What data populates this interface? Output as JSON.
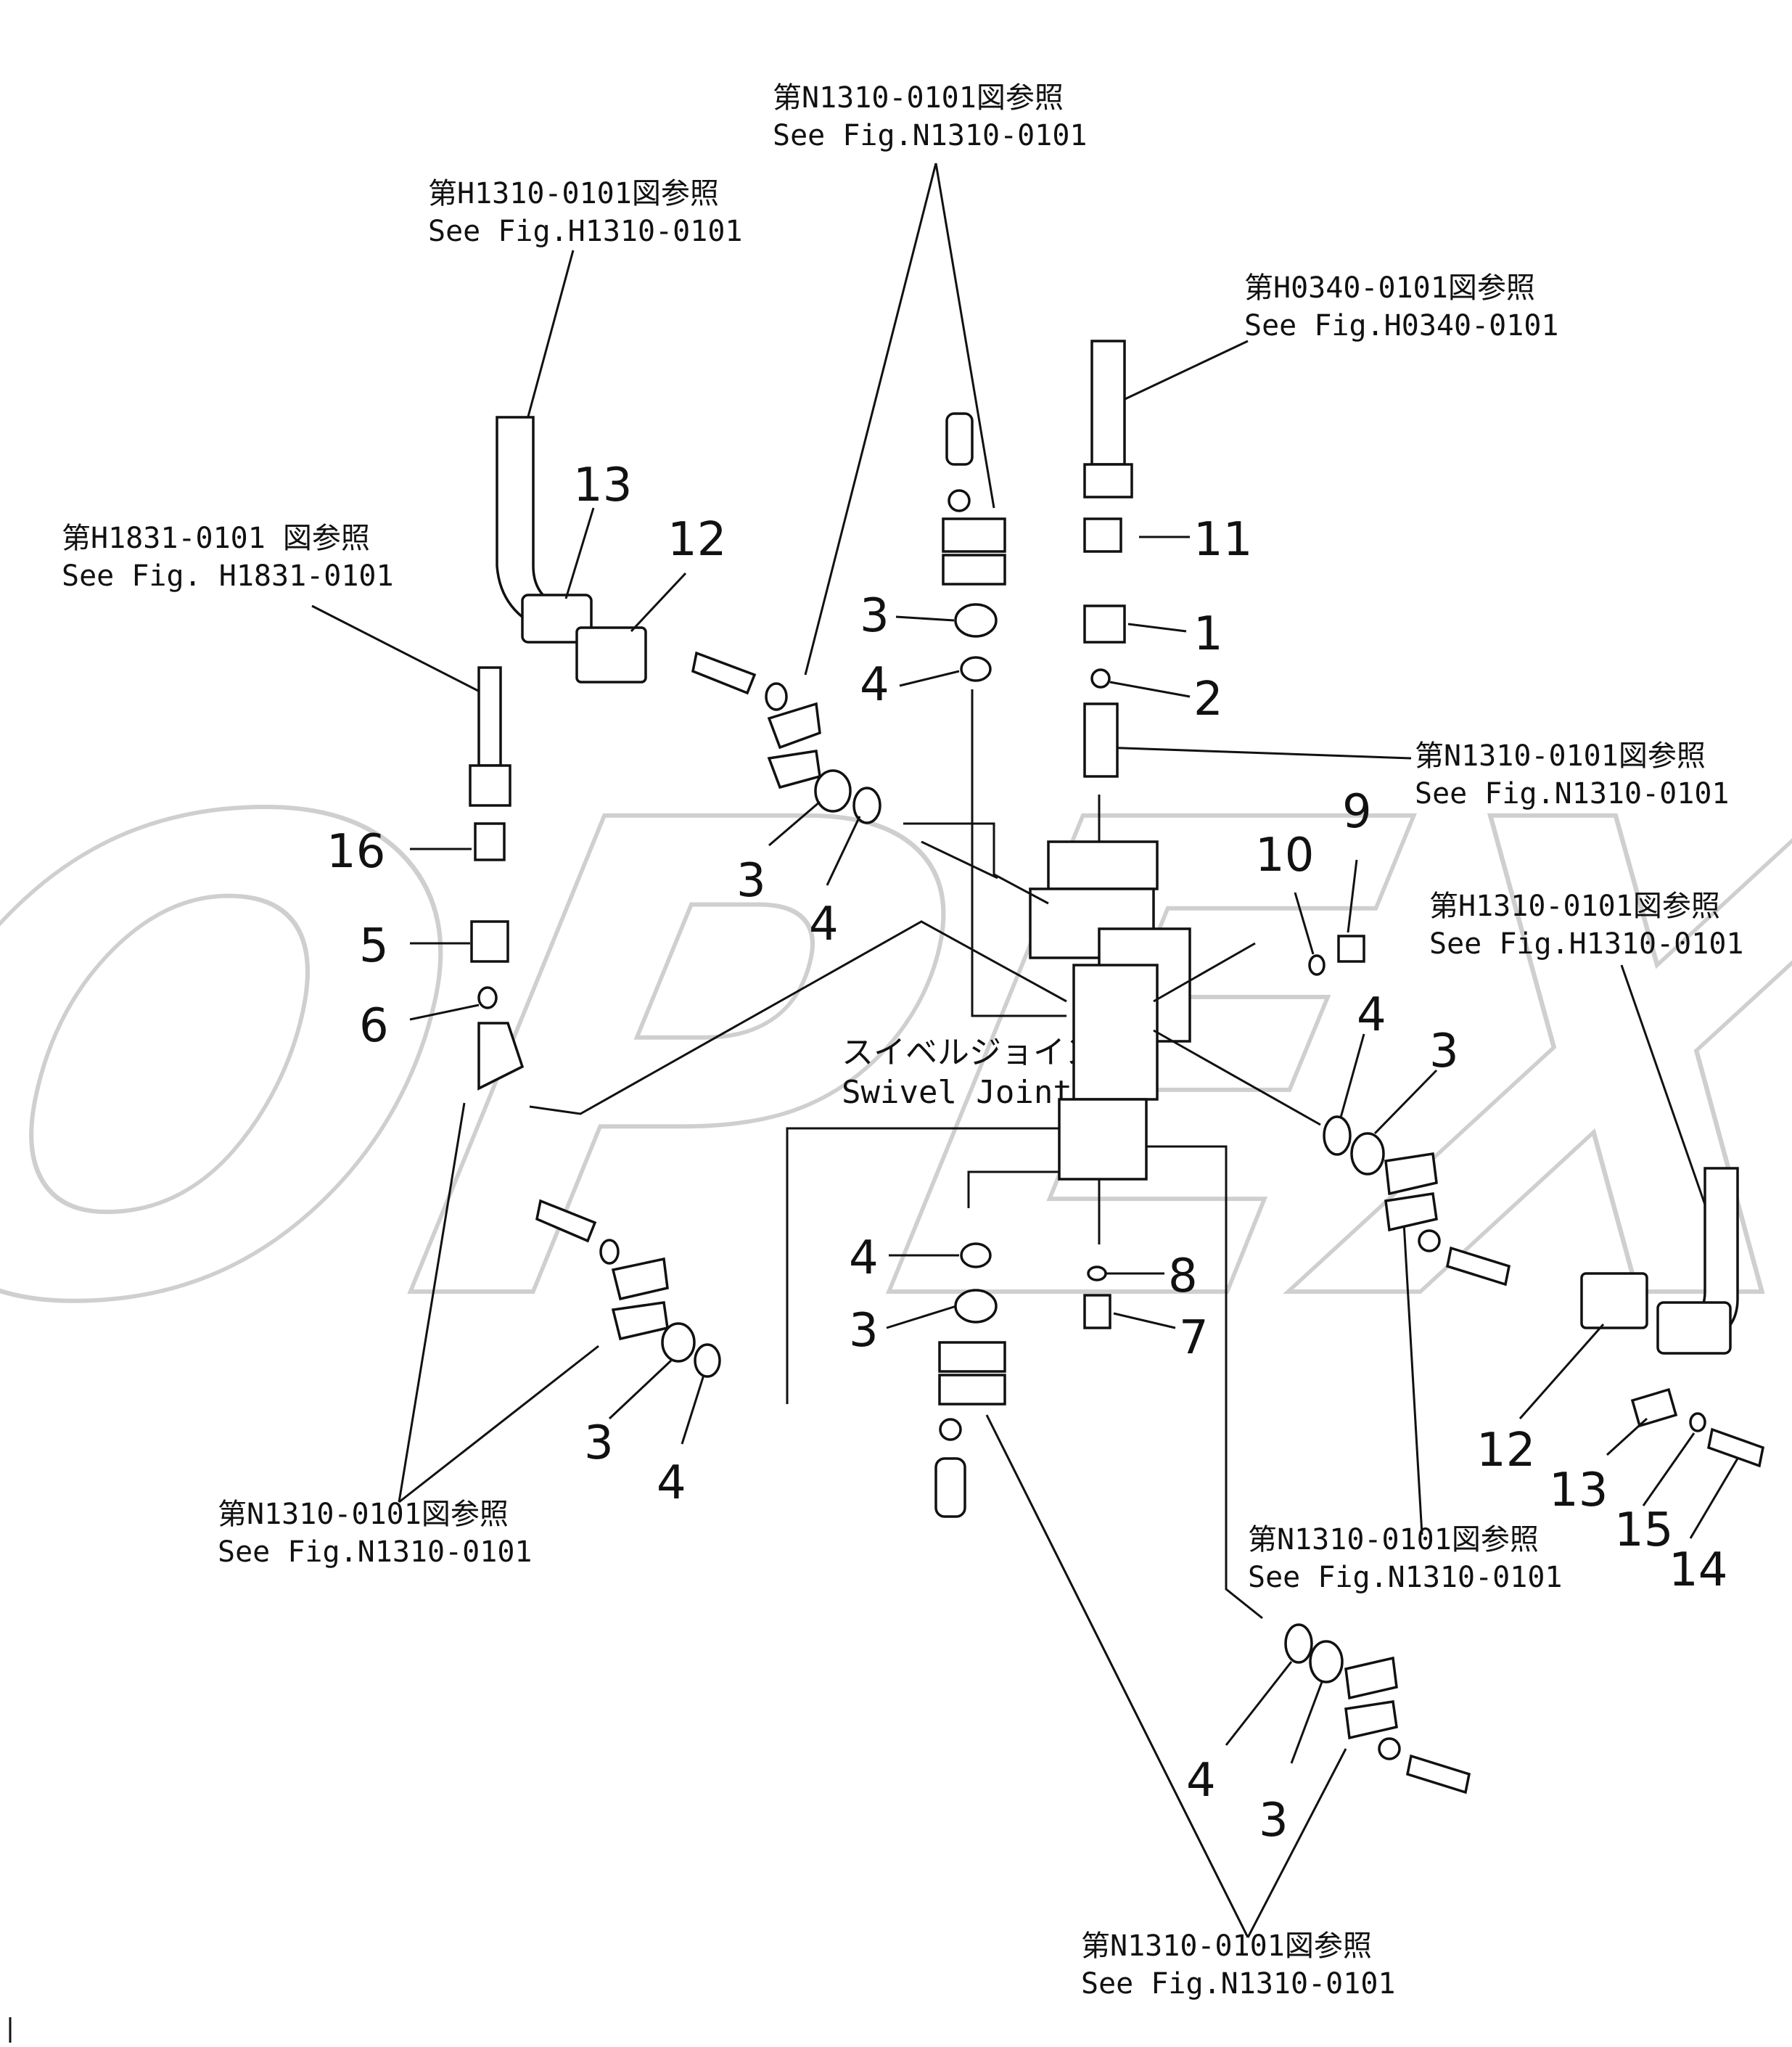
{
  "watermark": "OPEX",
  "title": {
    "jp": "スイベルジョイント",
    "en": "Swivel Joint"
  },
  "references": [
    {
      "id": "ref-top-n1310",
      "jp": "第N1310-0101図参照",
      "en": "See Fig.N1310-0101"
    },
    {
      "id": "ref-h1310-left",
      "jp": "第H1310-0101図参照",
      "en": "See Fig.H1310-0101"
    },
    {
      "id": "ref-h0340",
      "jp": "第H0340-0101図参照",
      "en": "See Fig.H0340-0101"
    },
    {
      "id": "ref-h1831",
      "jp": "第H1831-0101 図参照",
      "en": "See Fig. H1831-0101"
    },
    {
      "id": "ref-n1310-right-mid",
      "jp": "第N1310-0101図参照",
      "en": "See Fig.N1310-0101"
    },
    {
      "id": "ref-h1310-right",
      "jp": "第H1310-0101図参照",
      "en": "See Fig.H1310-0101"
    },
    {
      "id": "ref-n1310-left-low",
      "jp": "第N1310-0101図参照",
      "en": "See Fig.N1310-0101"
    },
    {
      "id": "ref-n1310-right-low",
      "jp": "第N1310-0101図参照",
      "en": "See Fig.N1310-0101"
    },
    {
      "id": "ref-n1310-bottom",
      "jp": "第N1310-0101図参照",
      "en": "See Fig.N1310-0101"
    }
  ],
  "part_numbers": [
    "13",
    "12",
    "11",
    "3",
    "4",
    "1",
    "2",
    "16",
    "3",
    "4",
    "10",
    "9",
    "5",
    "6",
    "4",
    "3",
    "8",
    "7",
    "4",
    "3",
    "3",
    "4",
    "12",
    "13",
    "15",
    "14",
    "4",
    "3"
  ],
  "colors": {
    "ink": "#111111",
    "watermark": "#cfcfcf",
    "background": "#ffffff"
  }
}
